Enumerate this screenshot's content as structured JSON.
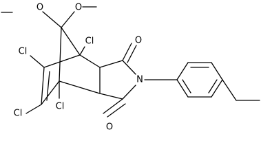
{
  "molecule": {
    "atoms": {
      "o_methoxy_left": "O",
      "o_methoxy_right": "O",
      "cl_bridgehead_top": "Cl",
      "cl_vinyl_upper": "Cl",
      "cl_vinyl_lower": "Cl",
      "cl_bridgehead_bottom": "Cl",
      "o_carbonyl_top": "O",
      "n_imide": "N",
      "o_carbonyl_bottom": "O"
    }
  }
}
